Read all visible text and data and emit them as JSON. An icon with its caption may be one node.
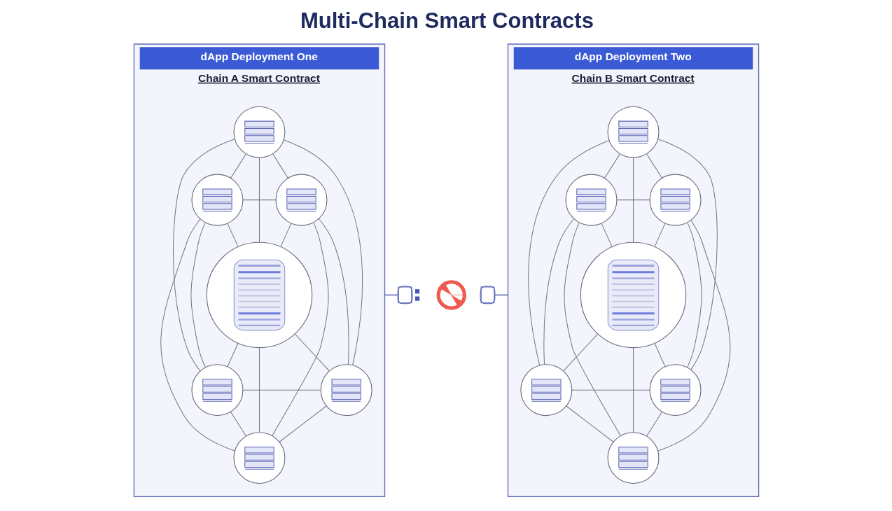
{
  "diagram": {
    "title": "Multi-Chain Smart Contracts",
    "nodes": [
      {
        "text": [
          "dApp Deployment One",
          "Chain A Smart Contract"
        ]
      },
      {
        "text": [],
        "shape": "circle",
        "in": 0
      },
      {
        "text": [],
        "shape": "circle",
        "in": 0
      },
      {
        "text": [],
        "shape": "circle",
        "in": 0
      },
      {
        "text": [],
        "shape": "circle",
        "in": 0
      },
      {
        "text": [],
        "shape": "circle",
        "in": 0
      },
      {
        "text": [],
        "shape": "circle",
        "in": 0
      },
      {
        "text": [],
        "shape": "circle",
        "in": 0
      },
      {
        "text": [],
        "shape": "picture"
      },
      {
        "text": [],
        "shape": "picture"
      },
      {
        "text": [],
        "shape": "picture"
      },
      {
        "text": [
          "dApp Deployment Two",
          "Chain B Smart Contract"
        ]
      },
      {
        "text": [],
        "shape": "circle",
        "in": 11
      },
      {
        "text": [],
        "shape": "circle",
        "in": 11
      },
      {
        "text": [],
        "shape": "circle",
        "in": 11
      },
      {
        "text": [],
        "shape": "circle",
        "in": 11
      },
      {
        "text": [],
        "shape": "circle",
        "in": 11
      },
      {
        "text": [],
        "shape": "circle",
        "in": 11
      },
      {
        "text": [],
        "shape": "circle",
        "in": 11
      }
    ],
    "edges": [
      {
        "from": 1,
        "to": 2,
        "arrow": "none"
      },
      {
        "from": 1,
        "to": 3,
        "arrow": "none"
      },
      {
        "from": 1,
        "to": 4,
        "arrow": "none"
      },
      {
        "from": 1,
        "to": 5,
        "arrow": "none"
      },
      {
        "from": 1,
        "to": 6,
        "arrow": "none"
      },
      {
        "from": 2,
        "to": 3,
        "arrow": "none"
      },
      {
        "from": 2,
        "to": 4,
        "arrow": "none"
      },
      {
        "from": 2,
        "to": 5,
        "arrow": "none"
      },
      {
        "from": 2,
        "to": 7,
        "arrow": "none"
      },
      {
        "from": 3,
        "to": 4,
        "arrow": "none"
      },
      {
        "from": 3,
        "to": 6,
        "arrow": "none"
      },
      {
        "from": 3,
        "to": 7,
        "arrow": "none"
      },
      {
        "from": 4,
        "to": 5,
        "arrow": "none"
      },
      {
        "from": 4,
        "to": 6,
        "arrow": "none"
      },
      {
        "from": 4,
        "to": 7,
        "arrow": "none"
      },
      {
        "from": 5,
        "to": 6,
        "arrow": "none"
      },
      {
        "from": 5,
        "to": 7,
        "arrow": "none"
      },
      {
        "from": 6,
        "to": 7,
        "arrow": "none"
      },
      {
        "from": 0,
        "to": 8,
        "arrow": "none",
        "color": "#4a56b0"
      },
      {
        "from": 10,
        "to": 11,
        "arrow": "none",
        "color": "#4a56b0"
      },
      {
        "from": 12,
        "to": 13,
        "arrow": "none"
      },
      {
        "from": 12,
        "to": 14,
        "arrow": "none"
      },
      {
        "from": 12,
        "to": 15,
        "arrow": "none"
      },
      {
        "from": 12,
        "to": 16,
        "arrow": "none"
      },
      {
        "from": 12,
        "to": 17,
        "arrow": "none"
      },
      {
        "from": 13,
        "to": 14,
        "arrow": "none"
      },
      {
        "from": 13,
        "to": 15,
        "arrow": "none"
      },
      {
        "from": 13,
        "to": 16,
        "arrow": "none"
      },
      {
        "from": 13,
        "to": 18,
        "arrow": "none"
      },
      {
        "from": 14,
        "to": 15,
        "arrow": "none"
      },
      {
        "from": 14,
        "to": 17,
        "arrow": "none"
      },
      {
        "from": 14,
        "to": 18,
        "arrow": "none"
      },
      {
        "from": 15,
        "to": 16,
        "arrow": "none"
      },
      {
        "from": 15,
        "to": 17,
        "arrow": "none"
      },
      {
        "from": 15,
        "to": 18,
        "arrow": "none"
      },
      {
        "from": 16,
        "to": 17,
        "arrow": "none"
      },
      {
        "from": 16,
        "to": 18,
        "arrow": "none"
      },
      {
        "from": 17,
        "to": 18,
        "arrow": "none"
      }
    ]
  }
}
